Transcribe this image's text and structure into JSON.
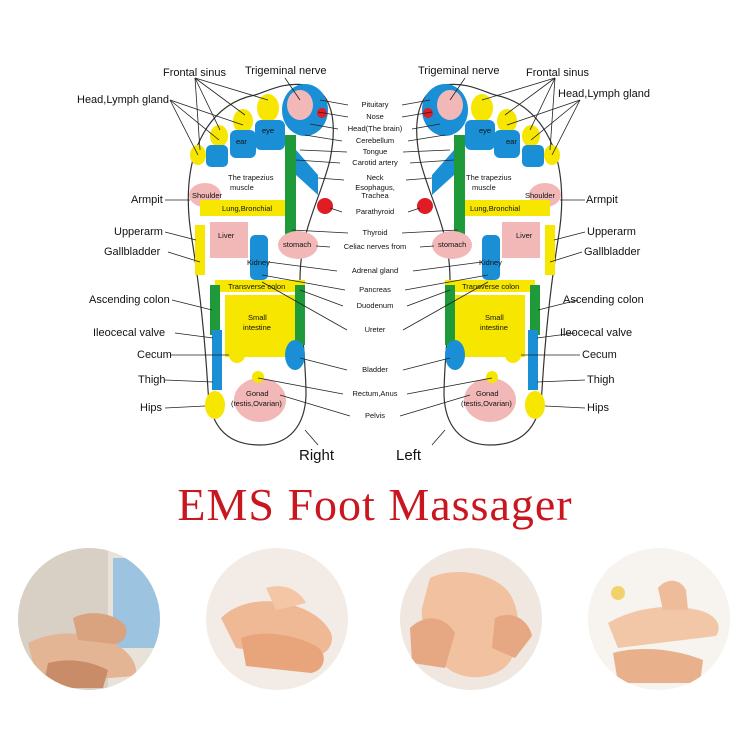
{
  "title": "EMS Foot Massager",
  "feet": {
    "right_label": "Right",
    "left_label": "Left"
  },
  "labels_outer": {
    "frontal_sinus": "Frontal sinus",
    "head_lymph_gland": "Head,Lymph gland",
    "armpit": "Armpit",
    "upperarm": "Upperarm",
    "gallbladder": "Gallbladder",
    "ascending_colon": "Ascending colon",
    "ileocecal_valve": "Ileocecal valve",
    "cecum": "Cecum",
    "thigh": "Thigh",
    "hips": "Hips",
    "trigeminal_nerve": "Trigeminal nerve"
  },
  "labels_center": {
    "pituitary": "Pituitary",
    "nose": "Nose",
    "head_brain": "Head(The brain)",
    "cerebellum": "Cerebellum",
    "tongue": "Tongue",
    "carotid_artery": "Carotid artery",
    "neck": "Neck",
    "esophagus": "Esophagus,",
    "trachea": "Trachea",
    "parathyroid": "Parathyroid",
    "thyroid": "Thyroid",
    "celiac": "Celiac nerves from",
    "adrenal": "Adrenal gland",
    "pancreas": "Pancreas",
    "duodenum": "Duodenum",
    "ureter": "Ureter",
    "bladder": "Bladder",
    "rectum": "Rectum,Anus",
    "pelvis": "Pelvis"
  },
  "zones": {
    "eye": "eye",
    "ear": "ear",
    "trapezius_1": "The trapezius",
    "trapezius_2": "muscle",
    "shoulder": "Shoulder",
    "lung": "Lung,Bronchial",
    "liver": "Liver",
    "stomach": "stomach",
    "kidney": "Kidney",
    "transverse_colon": "Transverse colon",
    "small_intestine_1": "Small",
    "small_intestine_2": "intestine",
    "gonad_1": "Gonad",
    "gonad_2": "(testis,Ovarian)"
  },
  "colors": {
    "title": "#c8171e",
    "yellow": "#f7e600",
    "blue": "#1a8fd6",
    "green": "#1f9a3a",
    "pink": "#f2b8b8",
    "red": "#e01c24"
  },
  "photos": [
    "massage-photo-elderly",
    "massage-photo-hands",
    "massage-photo-sole",
    "massage-photo-toes"
  ]
}
